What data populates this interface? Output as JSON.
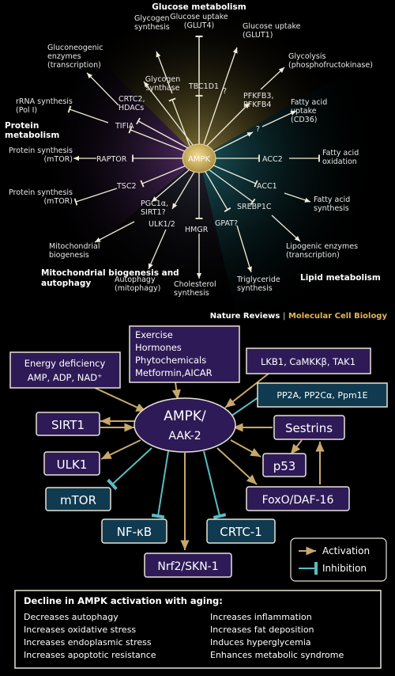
{
  "top": {
    "sectors": {
      "glucose": "Glucose metabolism",
      "protein": "Protein metabolism",
      "mito": "Mitochondrial biogenesis and autophagy",
      "lipid": "Lipid metabolism"
    },
    "center": "AMPK",
    "credit": {
      "a": "Nature Reviews",
      "sep": " | ",
      "b": "Molecular Cell Biology"
    },
    "targets": [
      {
        "name": "glucose-uptake-glut4",
        "label": "Glucose uptake (GLUT4)"
      },
      {
        "name": "glycogen-synthesis",
        "label": "Glycogen synthesis"
      },
      {
        "name": "glucose-uptake-glut1",
        "label": "Glucose uptake (GLUT1)"
      },
      {
        "name": "gluconeogenic-enzymes",
        "label": "Gluconeogenic enzymes (transcription)"
      },
      {
        "name": "glycolysis",
        "label": "Glycolysis (phosphofructokinase)"
      },
      {
        "name": "glycogen-synthase",
        "label": "Glycogen synthase"
      },
      {
        "name": "tbc1d1",
        "label": "TBC1D1"
      },
      {
        "name": "crtc2-hdacs",
        "label": "CRTC2, HDACs"
      },
      {
        "name": "pfkfb",
        "label": "PFKFB3, PFKFB4"
      },
      {
        "name": "rrna-synthesis",
        "label": "rRNA synthesis (Pol I)"
      },
      {
        "name": "tifia",
        "label": "TIFIA"
      },
      {
        "name": "fatty-acid-uptake",
        "label": "Fatty acid uptake (CD36)"
      },
      {
        "name": "raptor",
        "label": "RAPTOR"
      },
      {
        "name": "protein-synthesis-1",
        "label": "Protein synthesis (mTOR)"
      },
      {
        "name": "acc2",
        "label": "ACC2"
      },
      {
        "name": "fatty-acid-oxidation",
        "label": "Fatty acid oxidation"
      },
      {
        "name": "tsc2",
        "label": "TSC2"
      },
      {
        "name": "protein-synthesis-2",
        "label": "Protein synthesis (mTOR)"
      },
      {
        "name": "acc1",
        "label": "ACC1"
      },
      {
        "name": "fatty-acid-synthesis",
        "label": "Fatty acid synthesis"
      },
      {
        "name": "pgc1a",
        "label": "PGC1α, SIRT1?"
      },
      {
        "name": "ulk12",
        "label": "ULK1/2"
      },
      {
        "name": "hmgr",
        "label": "HMGR"
      },
      {
        "name": "gpat",
        "label": "GPAT?"
      },
      {
        "name": "srebp1c",
        "label": "SREBP1C"
      },
      {
        "name": "mito-biogenesis",
        "label": "Mitochondrial biogenesis"
      },
      {
        "name": "lipogenic-enzymes",
        "label": "Lipogenic enzymes (transcription)"
      },
      {
        "name": "autophagy",
        "label": "Autophagy (mitophagy)"
      },
      {
        "name": "cholesterol-synthesis",
        "label": "Cholesterol synthesis"
      },
      {
        "name": "triglyceride-synthesis",
        "label": "Triglyceride synthesis"
      }
    ],
    "question_marks": [
      "?",
      "?"
    ]
  },
  "bottom": {
    "center": {
      "line1": "AMPK/",
      "line2": "AAK-2"
    },
    "inputs": {
      "energy": {
        "line1": "Energy deficiency",
        "line2": "AMP, ADP, NAD⁺"
      },
      "exercise": [
        "Exercise",
        "Hormones",
        "Phytochemicals",
        "Metformin,AICAR"
      ],
      "kinases": "LKB1, CaMKKβ, TAK1",
      "phosphatases": "PP2A, PP2Cα, Ppm1E"
    },
    "nodes": {
      "sirt1": "SIRT1",
      "sestrins": "Sestrins",
      "ulk1": "ULK1",
      "p53": "p53",
      "mtor": "mTOR",
      "foxo": "FoxO/DAF-16",
      "nfkb": "NF-κB",
      "crtc1": "CRTC-1",
      "nrf2": "Nrf2/SKN-1"
    },
    "legend": {
      "activation": "Activation",
      "inhibition": "Inhibition"
    },
    "aging": {
      "title": "Decline in AMPK activation with aging:",
      "left": [
        "Decreases autophagy",
        "Increases oxidative stress",
        "Increases endoplasmic stress",
        "Increases apoptotic resistance"
      ],
      "right": [
        "Increases inflammation",
        "Increases fat deposition",
        "Induces hyperglycemia",
        "Enhances metabolic syndrome"
      ]
    },
    "colors": {
      "box_fill": "#2e1a57",
      "box_fill_blue": "#0f3a4f",
      "activation": "#c8a86a",
      "inhibition": "#5bbcc4"
    }
  }
}
